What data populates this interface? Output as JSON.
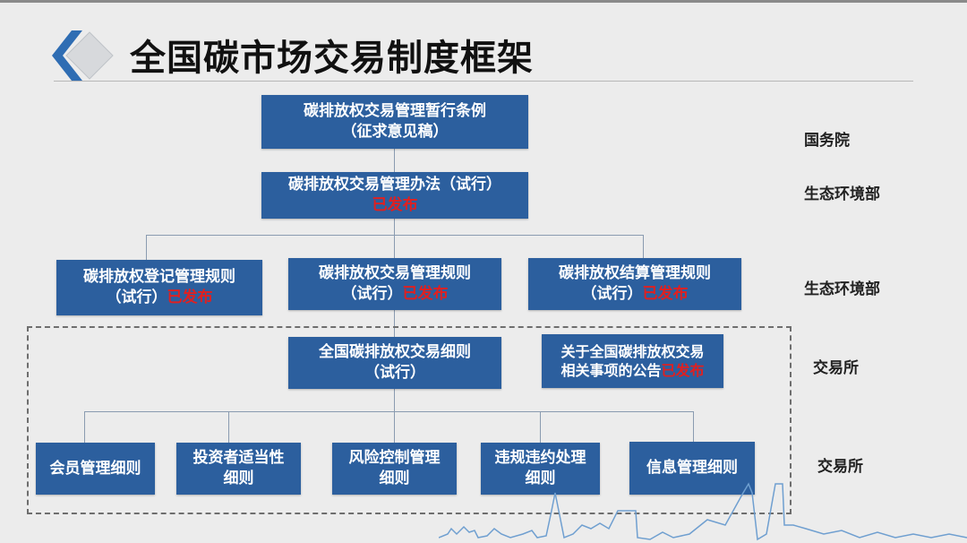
{
  "title": "全国碳市场交易制度框架",
  "levels": {
    "l1": {
      "line1": "碳排放权交易管理暂行条例",
      "line2": "（征求意见稿）",
      "authority": "国务院"
    },
    "l2": {
      "line1": "碳排放权交易管理办法（试行）",
      "status": "已发布",
      "authority": "生态环境部"
    },
    "l3": {
      "authority": "生态环境部",
      "items": [
        {
          "line1": "碳排放权登记管理规则",
          "line2": "（试行）",
          "status": "已发布"
        },
        {
          "line1": "碳排放权交易管理规则",
          "line2": "（试行）",
          "status": "已发布"
        },
        {
          "line1": "碳排放权结算管理规则",
          "line2": "（试行）",
          "status": "已发布"
        }
      ]
    },
    "l4": {
      "authority": "交易所",
      "items": [
        {
          "line1": "全国碳排放权交易细则",
          "line2": "（试行）"
        },
        {
          "line1": "关于全国碳排放权交易",
          "line2": "相关事项的公告",
          "status": "已发布"
        }
      ]
    },
    "l5": {
      "authority": "交易所",
      "items": [
        {
          "line1": "会员管理细则"
        },
        {
          "line1": "投资者适当性",
          "line2": "细则"
        },
        {
          "line1": "风险控制管理",
          "line2": "细则"
        },
        {
          "line1": "违规违约处理",
          "line2": "细则"
        },
        {
          "line1": "信息管理细则"
        }
      ]
    }
  },
  "colors": {
    "box": "#2c5f9e",
    "status": "#e02020",
    "connector": "#8a9bb0"
  }
}
